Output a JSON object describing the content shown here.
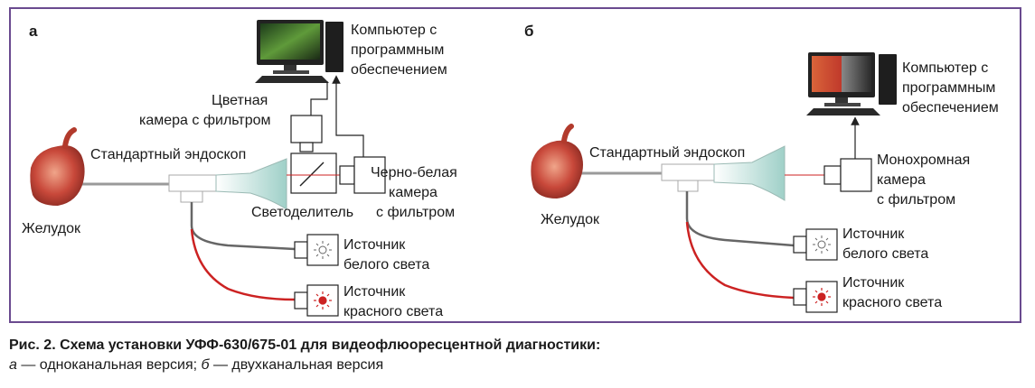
{
  "panel_a": {
    "letter": "а",
    "computer_label": [
      "Компьютер с",
      "программным",
      "обеспечением"
    ],
    "color_camera_label": [
      "Цветная",
      "камера с фильтром"
    ],
    "endoscope_label": "Стандартный эндоскоп",
    "bw_camera_label": [
      "Черно-белая",
      "камера",
      "с фильтром"
    ],
    "beamsplitter_label": "Светоделитель",
    "stomach_label": "Желудок",
    "white_light_label": [
      "Источник",
      "белого света"
    ],
    "red_light_label": [
      "Источник",
      "красного света"
    ]
  },
  "panel_b": {
    "letter": "б",
    "computer_label": [
      "Компьютер с",
      "программным",
      "обеспечением"
    ],
    "endoscope_label": "Стандартный эндоскоп",
    "mono_camera_label": [
      "Монохромная",
      "камера",
      "с фильтром"
    ],
    "stomach_label": "Желудок",
    "white_light_label": [
      "Источник",
      "белого света"
    ],
    "red_light_label": [
      "Источник",
      "красного света"
    ]
  },
  "caption": {
    "title": "Рис. 2. Схема установки УФФ-630/675-01 для видеофлюоресцентной диагностики:",
    "a_letter": "а",
    "a_text": " — одноканальная версия; ",
    "b_letter": "б",
    "b_text": " — двухканальная версия"
  },
  "colors": {
    "frame": "#6a4a8f",
    "red_cable": "#cc2222",
    "gray_cable": "#666666",
    "endoscope_tip": "#9fd0c8"
  }
}
